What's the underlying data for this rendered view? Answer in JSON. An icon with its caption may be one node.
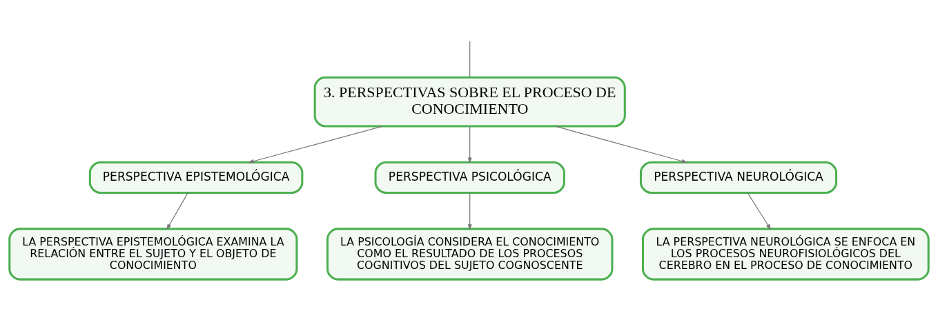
{
  "diagram": {
    "nodes": [
      {
        "text": [
          "3. PERSPECTIVAS SOBRE EL PROCESO DE CONOCIMIENTO"
        ]
      },
      {
        "text": [
          "PERSPECTIVA EPISTEMOLÓGICA"
        ]
      },
      {
        "text": [
          "PERSPECTIVA PSICOLÓGICA"
        ]
      },
      {
        "text": [
          "PERSPECTIVA NEUROLÓGICA"
        ]
      },
      {
        "text": [
          "LA PERSPECTIVA EPISTEMOLÓGICA EXAMINA LA RELACIÓN ENTRE EL SUJETO Y EL OBJETO DE CONOCIMIENTO"
        ]
      },
      {
        "text": [
          "LA PSICOLOGÍA CONSIDERA EL CONOCIMIENTO COMO EL RESULTADO DE LOS PROCESOS COGNITIVOS DEL SUJETO COGNOSCENTE"
        ]
      },
      {
        "text": [
          "LA PERSPECTIVA NEUROLÓGICA SE ENFOCA EN LOS PROCESOS NEUROFISIOLÓGICOS DEL CEREBRO EN EL PROCESO DE CONOCIMIENTO"
        ]
      }
    ],
    "edges": [
      {
        "from": null,
        "to": 0,
        "arrow": "none"
      },
      {
        "from": 0,
        "to": 1,
        "arrow": "to"
      },
      {
        "from": 0,
        "to": 2,
        "arrow": "to"
      },
      {
        "from": 0,
        "to": 3,
        "arrow": "to"
      },
      {
        "from": 1,
        "to": 4,
        "arrow": "to"
      },
      {
        "from": 2,
        "to": 5,
        "arrow": "to"
      },
      {
        "from": 3,
        "to": 6,
        "arrow": "to"
      }
    ]
  }
}
